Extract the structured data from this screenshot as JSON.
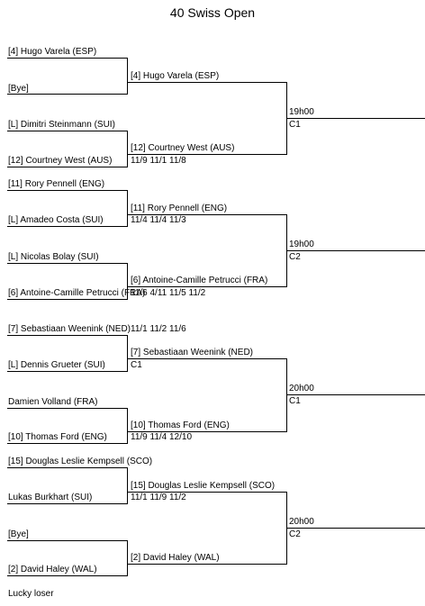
{
  "title": "40 Swiss Open",
  "footnote": "Lucky loser",
  "round1": [
    {
      "top": "[4] Hugo Varela (ESP)",
      "bottom": "[Bye]",
      "score": ""
    },
    {
      "top": "[L] Dimitri Steinmann (SUI)",
      "bottom": "[12] Courtney West (AUS)",
      "score": ""
    },
    {
      "top": "[11] Rory Pennell (ENG)",
      "bottom": "[L] Amadeo Costa (SUI)",
      "score": ""
    },
    {
      "top": "[L] Nicolas Bolay (SUI)",
      "bottom": "[6] Antoine-Camille Petrucci (FRA)",
      "score": ""
    },
    {
      "top": "[7] Sebastiaan Weenink (NED)",
      "bottom": "[L] Dennis Grueter (SUI)",
      "score": ""
    },
    {
      "top": "Damien Volland (FRA)",
      "bottom": "[10] Thomas Ford (ENG)",
      "score": ""
    },
    {
      "top": "[15] Douglas Leslie Kempsell (SCO)",
      "bottom": "Lukas Burkhart (SUI)",
      "score": ""
    },
    {
      "top": "[Bye]",
      "bottom": "[2] David Haley (WAL)",
      "score": ""
    }
  ],
  "round2": [
    {
      "player": "[4] Hugo Varela (ESP)",
      "score": ""
    },
    {
      "player": "[12] Courtney West (AUS)",
      "score": "11/9 11/1 11/8"
    },
    {
      "player": "[11] Rory Pennell (ENG)",
      "score": "11/4 11/4 11/3"
    },
    {
      "player": "[6] Antoine-Camille Petrucci (FRA)",
      "score": "11/6 4/11 11/5 11/2"
    },
    {
      "player": "[7] Sebastiaan Weenink (NED)",
      "score": "11/1 11/2 11/6",
      "court": "C1"
    },
    {
      "player": "[10] Thomas Ford (ENG)",
      "score": "11/9 11/4 12/10"
    },
    {
      "player": "[15] Douglas Leslie Kempsell (SCO)",
      "score": "11/1 11/9 11/2"
    },
    {
      "player": "[2] David Haley (WAL)",
      "score": ""
    }
  ],
  "round3": [
    {
      "time": "19h00",
      "court": "C1"
    },
    {
      "time": "19h00",
      "court": "C2"
    },
    {
      "time": "20h00",
      "court": "C1"
    },
    {
      "time": "20h00",
      "court": "C2"
    }
  ]
}
